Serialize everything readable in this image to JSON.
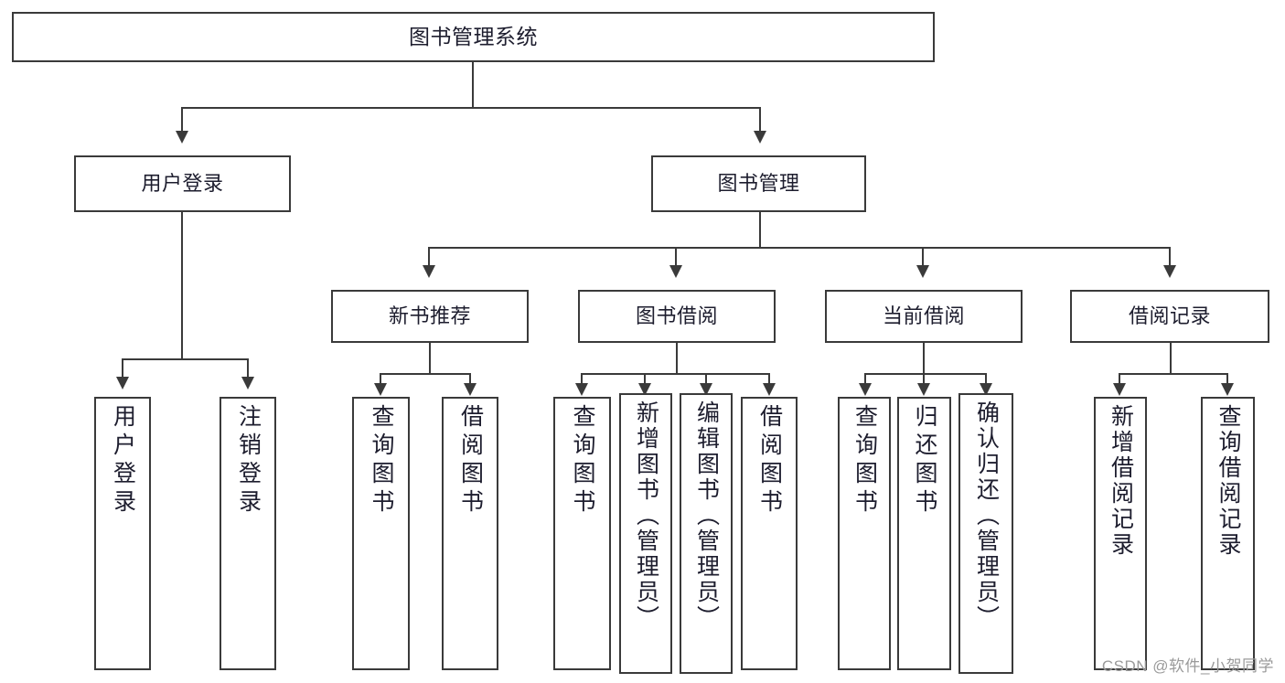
{
  "diagram": {
    "title": "图书管理系统",
    "type": "hierarchy-tree",
    "watermark": "CSDN @软件_小贺同学",
    "colors": {
      "stroke": "#3a3a3a",
      "fill": "#ffffff",
      "text": "#1d1d2e",
      "shadow": "#c9c9c9",
      "watermark": "#9a9a9a"
    },
    "nodes": {
      "root": "图书管理系统",
      "level2": {
        "user_login": "用户登录",
        "book_manage": "图书管理"
      },
      "level3": {
        "new_book_recommend": "新书推荐",
        "book_borrow": "图书借阅",
        "current_borrow": "当前借阅",
        "borrow_record": "借阅记录"
      },
      "leaves": {
        "user_login": [
          "用户登录",
          "注销登录"
        ],
        "new_book_recommend": [
          "查询图书",
          "借阅图书"
        ],
        "book_borrow": [
          "查询图书",
          "新增图书（管理员）",
          "编辑图书（管理员）",
          "借阅图书"
        ],
        "current_borrow": [
          "查询图书",
          "归还图书",
          "确认归还（管理员）"
        ],
        "borrow_record": [
          "新增借阅记录",
          "查询借阅记录"
        ]
      }
    }
  }
}
